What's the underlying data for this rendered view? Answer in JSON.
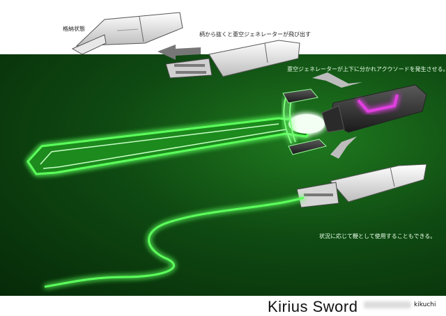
{
  "captions": {
    "stored": "格納状態",
    "pull": "柄から抜くと亜空ジェネレーターが飛び出す",
    "generate": "亜空ジェネレーターが上下に分かれアクウソードを発生させる。",
    "whip": "状況に応じて鞭として使用することもできる。"
  },
  "footer": {
    "title": "Kirius Sword",
    "author": "kikuchi"
  },
  "colors": {
    "blade_glow": "#39ff3a",
    "accent_magenta": "#e040e0",
    "background_green": "#0f4a12"
  }
}
